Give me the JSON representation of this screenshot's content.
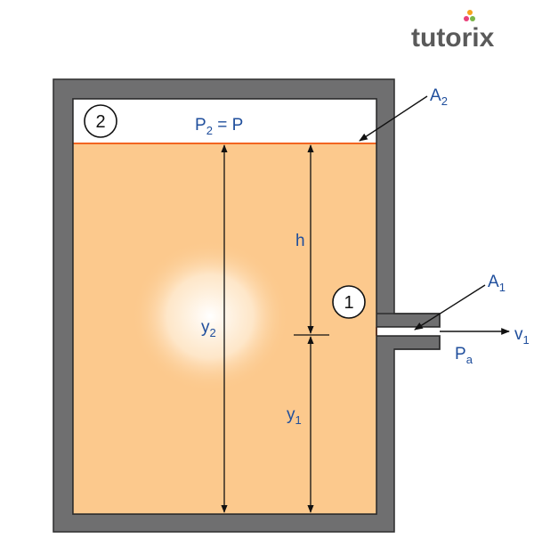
{
  "logo": {
    "text": "tutorix"
  },
  "labels": {
    "point2": "2",
    "point1": "1",
    "pressure_top": {
      "main": "P",
      "sub": "2",
      "rest": " = P"
    },
    "area_top": {
      "main": "A",
      "sub": "2"
    },
    "area_outlet": {
      "main": "A",
      "sub": "1"
    },
    "height_h": "h",
    "height_y2": {
      "main": "y",
      "sub": "2"
    },
    "height_y1": {
      "main": "y",
      "sub": "1"
    },
    "velocity": {
      "main": "v",
      "sub": "1"
    },
    "pressure_atm": {
      "main": "P",
      "sub": "a"
    }
  },
  "colors": {
    "wall": "#6f6f70",
    "wall_edge": "#2d2d2d",
    "liquid": "#fcc98d",
    "liquid_glow": "#ffffff",
    "surface_line": "#f26522",
    "label": "#1f4e9c",
    "arrow": "#111111",
    "logo_dot_1": "#e9407a",
    "logo_dot_2": "#7ab648",
    "logo_dot_3": "#f6a21e"
  }
}
